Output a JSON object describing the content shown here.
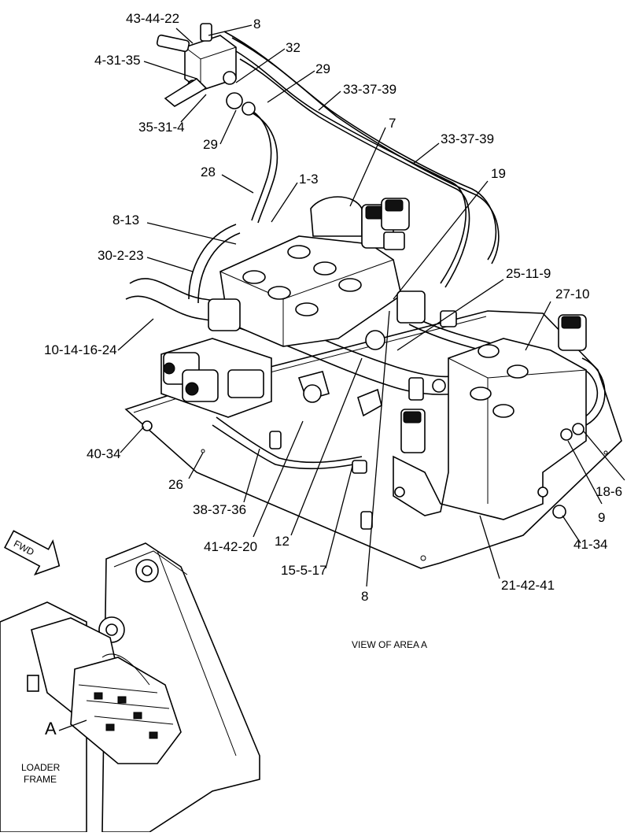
{
  "callouts": {
    "c43_44_22": "43-44-22",
    "c8_top": "8",
    "c4_31_35": "4-31-35",
    "c32": "32",
    "c29_right": "29",
    "c33_37_39_a": "33-37-39",
    "c35_31_4": "35-31-4",
    "c7": "7",
    "c29_left": "29",
    "c33_37_39_b": "33-37-39",
    "c28": "28",
    "c1_3": "1-3",
    "c19": "19",
    "c8_13": "8-13",
    "c30_2_23": "30-2-23",
    "c25_11_9": "25-11-9",
    "c27_10": "27-10",
    "c10_14_16_24": "10-14-16-24",
    "c40_34": "40-34",
    "c26": "26",
    "c18_6": "18-6",
    "c38_37_36": "38-37-36",
    "c9": "9",
    "c41_34": "41-34",
    "c41_42_20": "41-42-20",
    "c12": "12",
    "c15_5_17": "15-5-17",
    "c21_42_41": "21-42-41",
    "c8_bottom": "8"
  },
  "labels": {
    "view": "VIEW OF AREA A",
    "fwd": "FWD",
    "area": "A",
    "loader_line1": "LOADER",
    "loader_line2": "FRAME"
  }
}
